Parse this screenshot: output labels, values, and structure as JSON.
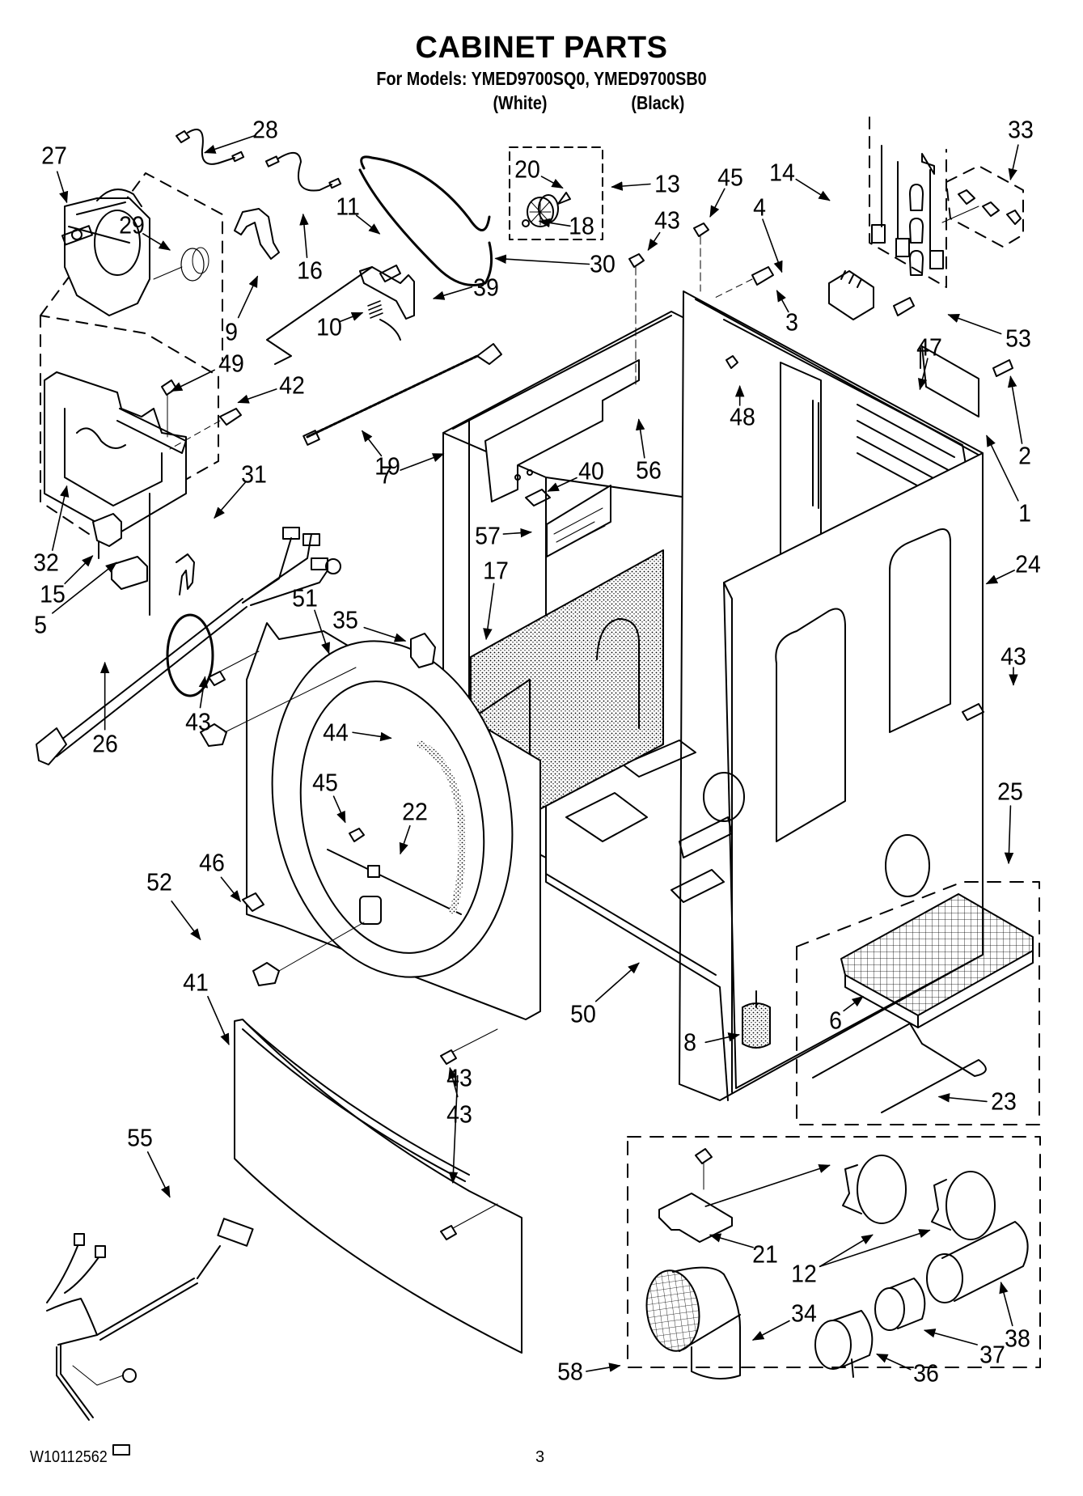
{
  "header": {
    "title": "CABINET PARTS",
    "models_line": "For Models: YMED9700SQ0, YMED9700SB0",
    "variant_white": "(White)",
    "variant_black": "(Black)"
  },
  "footer": {
    "document_number": "W10112562",
    "page_number": "3"
  },
  "callouts": [
    "28",
    "27",
    "29",
    "16",
    "11",
    "9",
    "10",
    "49",
    "42",
    "32",
    "31",
    "15",
    "5",
    "26",
    "20",
    "13",
    "18",
    "30",
    "39",
    "43",
    "45",
    "19",
    "7",
    "56",
    "40",
    "57",
    "17",
    "14",
    "33",
    "4",
    "3",
    "53",
    "47",
    "48",
    "2",
    "1",
    "24",
    "43",
    "25",
    "51",
    "35",
    "43",
    "44",
    "45",
    "22",
    "52",
    "46",
    "41",
    "50",
    "8",
    "6",
    "23",
    "43",
    "55",
    "43",
    "21",
    "12",
    "34",
    "58",
    "36",
    "37",
    "38"
  ],
  "groups": {
    "motor_assembly": "27",
    "idler_assembly": "13",
    "terminal_block_kit": "33",
    "drum_support_kit": "25",
    "exhaust_kit": "58"
  }
}
